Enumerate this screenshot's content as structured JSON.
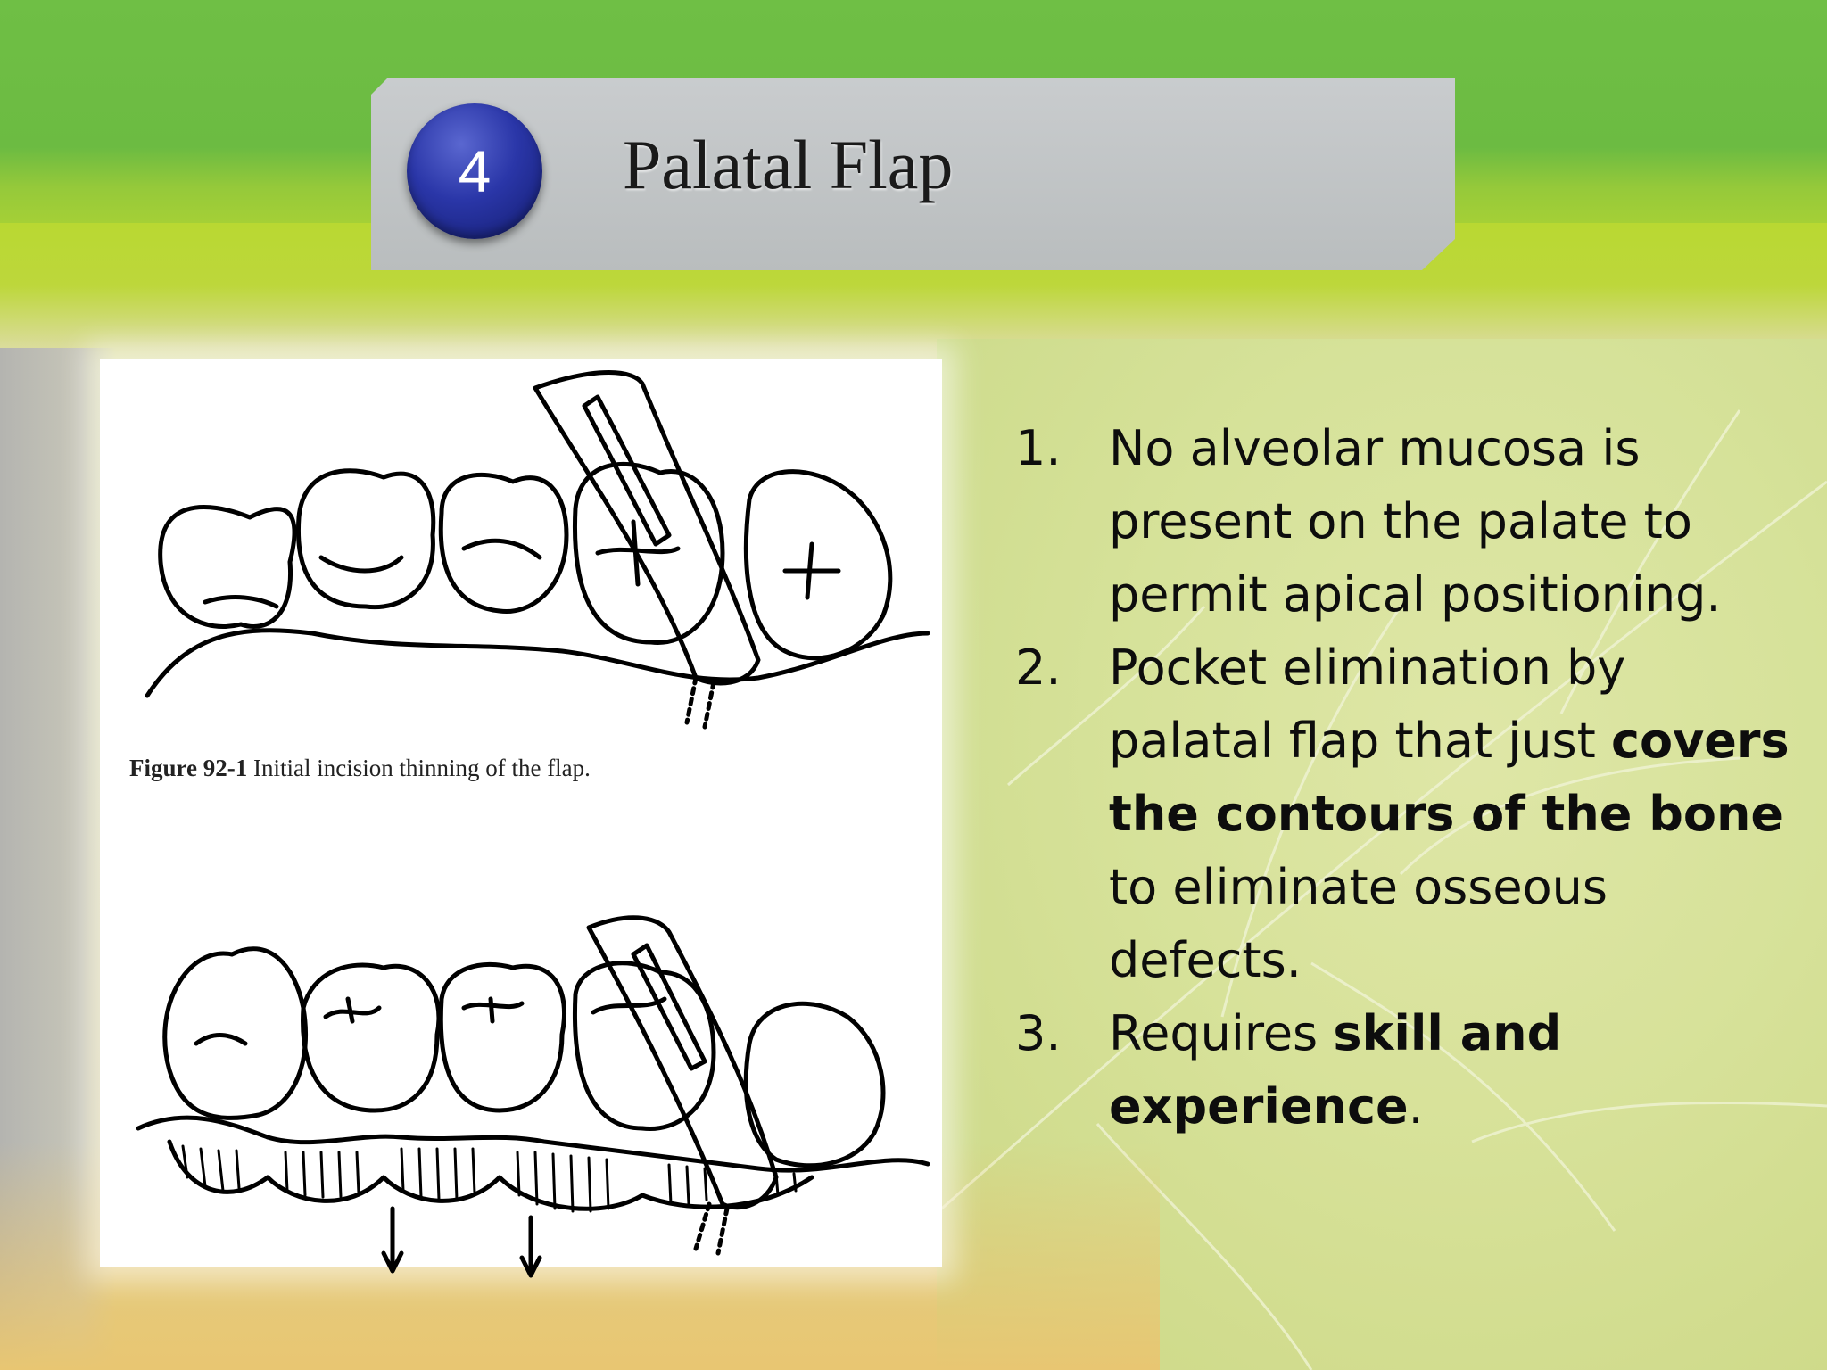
{
  "slide": {
    "number": "4",
    "title": "Palatal Flap"
  },
  "figure": {
    "caption_label": "Figure 92-1",
    "caption_text": "Initial incision thinning of the flap."
  },
  "points": [
    {
      "num": "1.",
      "parts": [
        {
          "text": "No alveolar mucosa is present on the palate to permit apical positioning.",
          "bold": false
        }
      ]
    },
    {
      "num": "2.",
      "parts": [
        {
          "text": "Pocket elimination by palatal flap that just ",
          "bold": false
        },
        {
          "text": "covers the contours of the bone",
          "bold": true
        },
        {
          "text": " to eliminate osseous defects.",
          "bold": false
        }
      ]
    },
    {
      "num": "3.",
      "parts": [
        {
          "text": "Requires ",
          "bold": false
        },
        {
          "text": "skill and experience",
          "bold": true
        },
        {
          "text": ".",
          "bold": false
        }
      ]
    }
  ],
  "colors": {
    "banner_green": "#6cbb42",
    "lime": "#b9d832",
    "badge_blue": "#2a36a8",
    "banner_grey": "#c3c6c8"
  }
}
